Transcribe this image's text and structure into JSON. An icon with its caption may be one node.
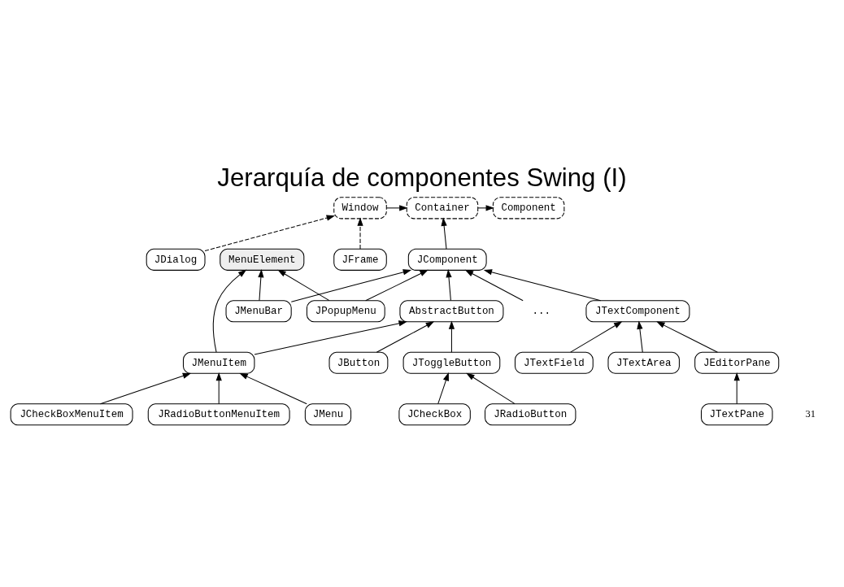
{
  "diagram": {
    "title": "Jerarquía de componentes Swing (I)",
    "nodes": [
      {
        "text": [
          "Component"
        ]
      },
      {
        "text": [
          "Container"
        ]
      },
      {
        "text": [
          "Window"
        ]
      },
      {
        "text": [
          "JComponent"
        ]
      },
      {
        "text": [
          "JFrame"
        ]
      },
      {
        "text": [
          "JDialog"
        ]
      },
      {
        "text": [
          "AbstractButton"
        ]
      },
      {
        "text": [
          "MenuElement"
        ]
      },
      {
        "text": [
          "JTextComponent"
        ]
      },
      {
        "text": [
          "..."
        ]
      },
      {
        "text": [
          "JButton"
        ]
      },
      {
        "text": [
          "JToggleButton"
        ]
      },
      {
        "text": [
          "JMenuItem"
        ]
      },
      {
        "text": [
          "JMenuBar"
        ]
      },
      {
        "text": [
          "JPopupMenu"
        ]
      },
      {
        "text": [
          "JTextField"
        ]
      },
      {
        "text": [
          "JTextArea"
        ]
      },
      {
        "text": [
          "JEditorPane"
        ]
      },
      {
        "text": [
          "JCheckBox"
        ]
      },
      {
        "text": [
          "JRadioButton"
        ]
      },
      {
        "text": [
          "JMenu"
        ]
      },
      {
        "text": [
          "JCheckBoxMenuItem"
        ]
      },
      {
        "text": [
          "JRadioButtonMenuItem"
        ]
      },
      {
        "text": [
          "JTextPane"
        ]
      }
    ],
    "edges": [
      {
        "from": 1,
        "to": 0,
        "arrow": "to"
      },
      {
        "from": 2,
        "to": 1,
        "arrow": "to"
      },
      {
        "from": 3,
        "to": 1,
        "arrow": "to"
      },
      {
        "from": 4,
        "to": 2,
        "arrow": "to",
        "style": "dashed"
      },
      {
        "from": 5,
        "to": 2,
        "arrow": "to",
        "style": "dashed"
      },
      {
        "from": 6,
        "to": 3,
        "arrow": "to"
      },
      {
        "from": 13,
        "to": 3,
        "arrow": "to"
      },
      {
        "from": 14,
        "to": 3,
        "arrow": "to"
      },
      {
        "from": 8,
        "to": 3,
        "arrow": "to"
      },
      {
        "from": 9,
        "to": 3,
        "arrow": "to"
      },
      {
        "from": 10,
        "to": 6,
        "arrow": "to"
      },
      {
        "from": 11,
        "to": 6,
        "arrow": "to"
      },
      {
        "from": 12,
        "to": 6,
        "arrow": "to"
      },
      {
        "from": 12,
        "to": 7,
        "arrow": "to"
      },
      {
        "from": 13,
        "to": 7,
        "arrow": "to"
      },
      {
        "from": 14,
        "to": 7,
        "arrow": "to"
      },
      {
        "from": 15,
        "to": 8,
        "arrow": "to"
      },
      {
        "from": 16,
        "to": 8,
        "arrow": "to"
      },
      {
        "from": 17,
        "to": 8,
        "arrow": "to"
      },
      {
        "from": 18,
        "to": 11,
        "arrow": "to"
      },
      {
        "from": 19,
        "to": 11,
        "arrow": "to"
      },
      {
        "from": 20,
        "to": 12,
        "arrow": "to"
      },
      {
        "from": 21,
        "to": 12,
        "arrow": "to"
      },
      {
        "from": 22,
        "to": 12,
        "arrow": "to"
      },
      {
        "from": 23,
        "to": 17,
        "arrow": "to"
      }
    ],
    "labels": [
      "31"
    ]
  }
}
